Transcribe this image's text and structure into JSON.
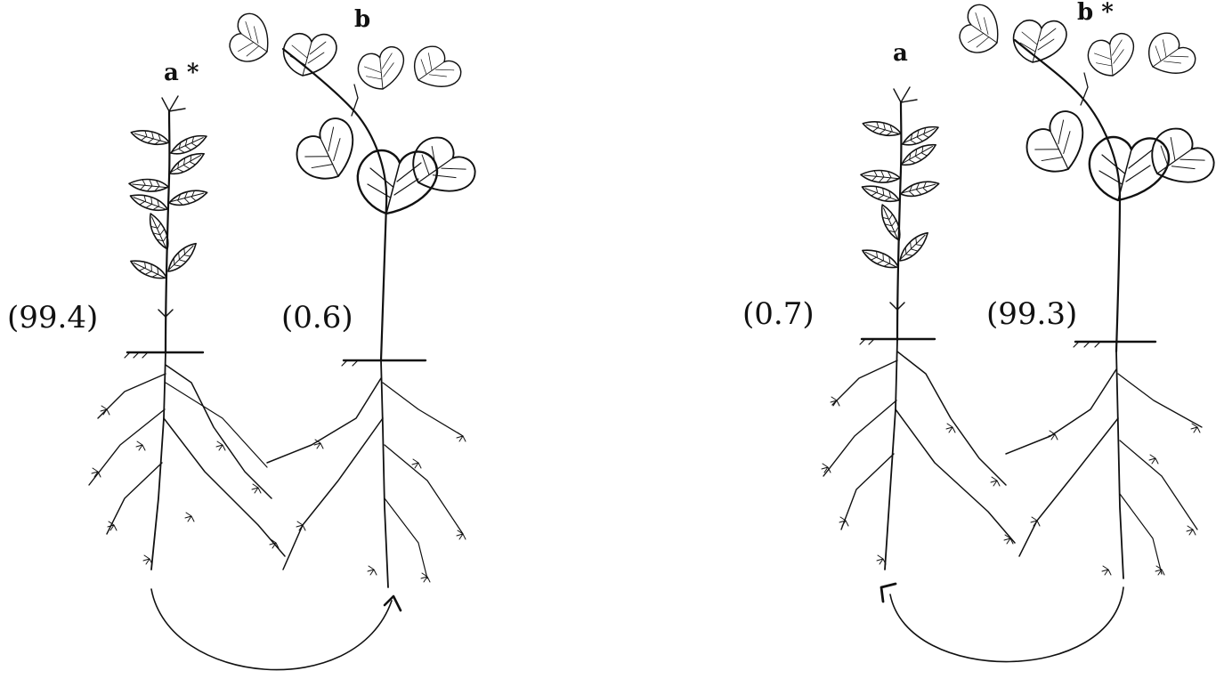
{
  "left_panel": {
    "plant_a_label": "a *",
    "plant_b_label": "b",
    "plant_a_value": "(99.4)",
    "plant_b_value": "(0.6)"
  },
  "right_panel": {
    "plant_a_label": "a",
    "plant_b_label": "b *",
    "plant_a_value": "(0.7)",
    "plant_b_value": "(99.3)"
  }
}
